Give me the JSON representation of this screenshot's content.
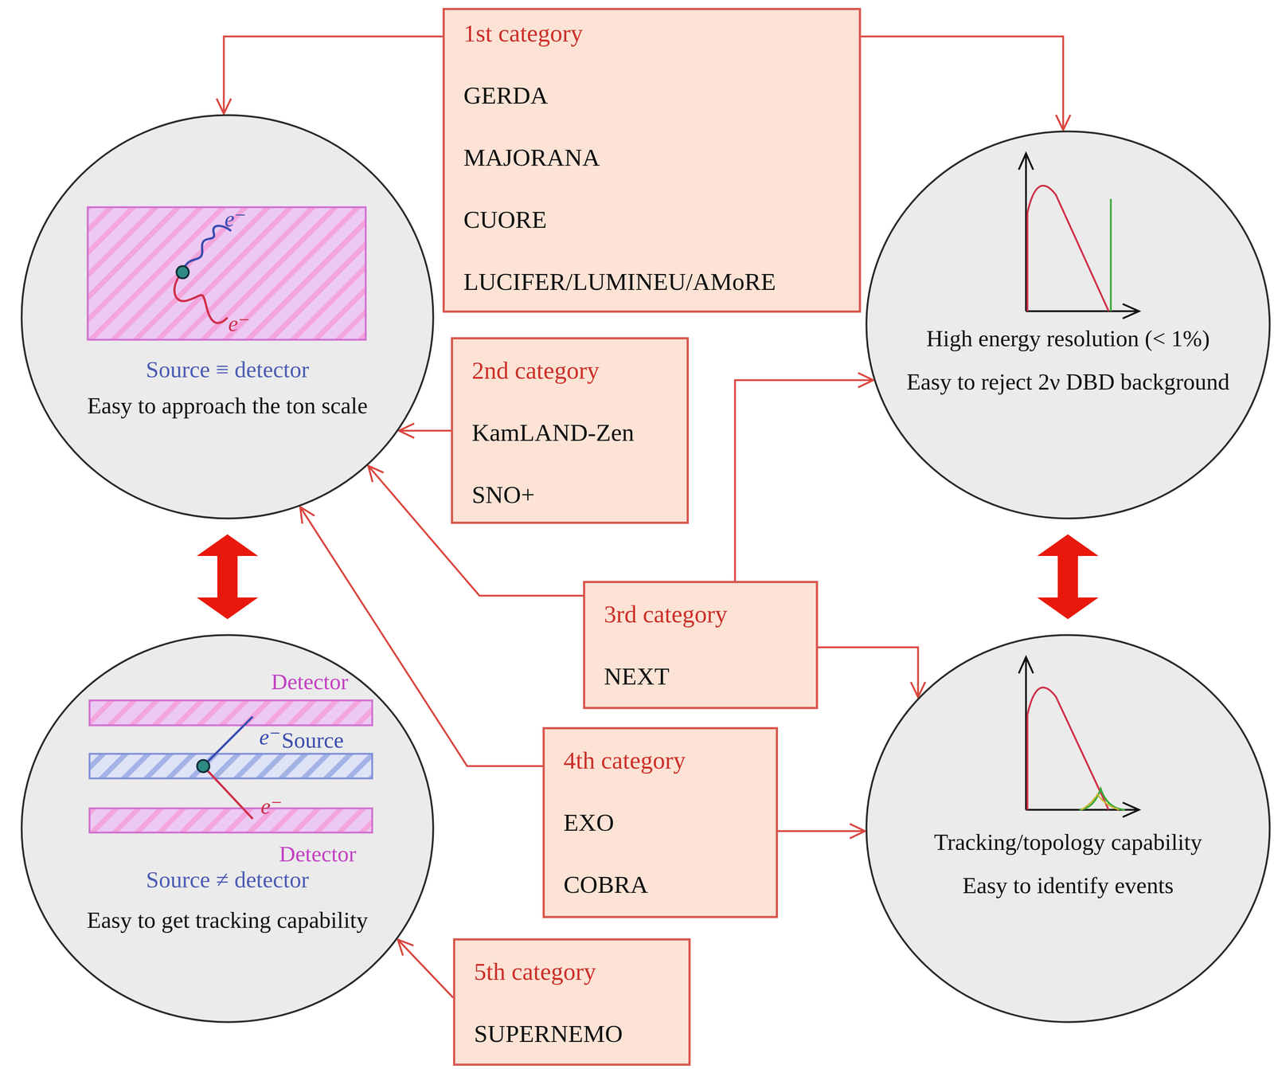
{
  "diagram": {
    "nodes": [
      {
        "text": [
          "1st category",
          "GERDA",
          "MAJORANA",
          "CUORE",
          "LUCIFER/LUMINEU/AMoRE"
        ]
      },
      {
        "text": [
          "Source ≡ detector",
          "Easy to approach the ton scale"
        ]
      },
      {
        "text": [
          "High energy resolution (< 1%)",
          "Easy to reject 2ν DBD background"
        ]
      },
      {
        "text": [
          "2nd category",
          "KamLAND-Zen",
          "SNO+"
        ]
      },
      {
        "text": [
          "3rd category",
          "NEXT"
        ]
      },
      {
        "text": [
          "Source ≠ detector",
          "Easy to get tracking capability"
        ]
      },
      {
        "text": [
          "Tracking/topology capability",
          "Easy to identify events"
        ]
      },
      {
        "text": [
          "4th category",
          "EXO",
          "COBRA"
        ]
      },
      {
        "text": [
          "5th category",
          "SUPERNEMO"
        ]
      }
    ],
    "edges": [
      {
        "from": 0,
        "to": 1,
        "arrow": "to"
      },
      {
        "from": 0,
        "to": 2,
        "arrow": "to"
      },
      {
        "from": 3,
        "to": 1,
        "arrow": "to"
      },
      {
        "from": 4,
        "to": 1,
        "arrow": "to"
      },
      {
        "from": 4,
        "to": 2,
        "arrow": "to"
      },
      {
        "from": 4,
        "to": 6,
        "arrow": "to"
      },
      {
        "from": 7,
        "to": 1,
        "arrow": "to"
      },
      {
        "from": 7,
        "to": 6,
        "arrow": "to"
      },
      {
        "from": 8,
        "to": 5,
        "arrow": "to"
      },
      {
        "from": 1,
        "to": 5,
        "arrow": "both"
      },
      {
        "from": 2,
        "to": 6,
        "arrow": "both"
      }
    ],
    "labels": [
      "e⁻",
      "e⁻",
      "Detector",
      "e⁻",
      "Source",
      "e⁻",
      "Detector"
    ]
  }
}
